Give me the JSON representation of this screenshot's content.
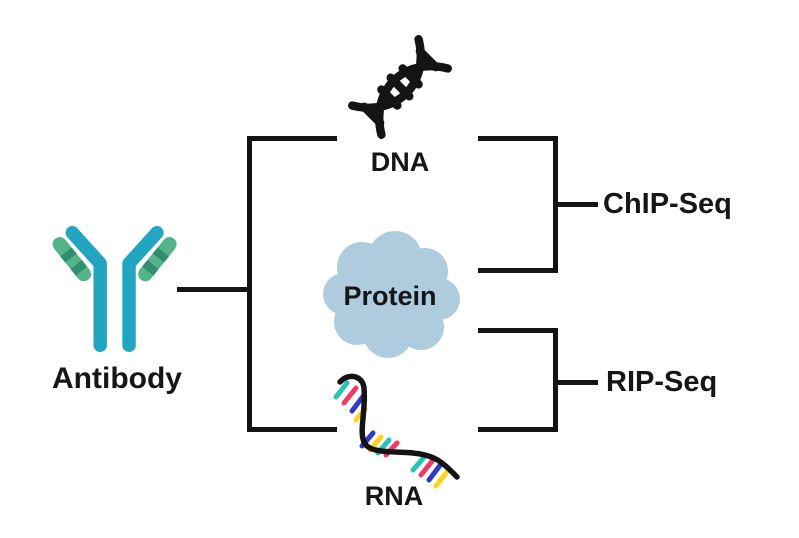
{
  "nodes": {
    "antibody": {
      "label": "Antibody"
    },
    "dna": {
      "label": "DNA"
    },
    "protein": {
      "label": "Protein"
    },
    "rna": {
      "label": "RNA"
    }
  },
  "assays": {
    "chip": {
      "label": "ChIP-Seq"
    },
    "rip": {
      "label": "RIP-Seq"
    }
  },
  "icons": {
    "antibody": "antibody-y-icon",
    "dna": "dna-helix-icon",
    "protein": "protein-blob-icon",
    "rna": "rna-strand-icon"
  },
  "colors": {
    "line_color": "#141414",
    "antibody_teal": "#22a5c0",
    "antibody_green_light": "#54b489",
    "antibody_green_dark": "#2f8e6e",
    "protein_fill": "#afccdf",
    "rna_cyan": "#28c3b7",
    "rna_pink": "#ef3a67",
    "rna_blue": "#3138c8",
    "rna_yellow": "#ffd21c"
  }
}
